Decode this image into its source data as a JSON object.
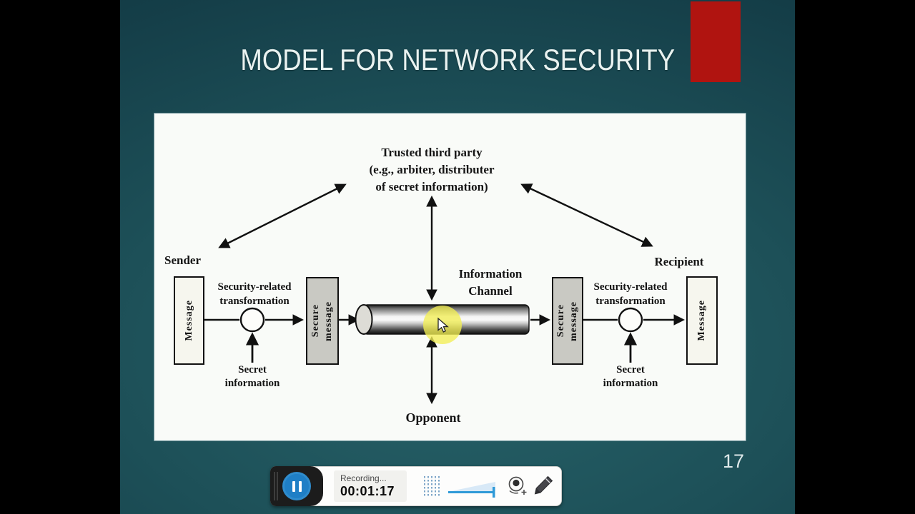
{
  "slide": {
    "title": "MODEL FOR NETWORK SECURITY",
    "page_number": "17"
  },
  "diagram": {
    "trusted_third_party_line1": "Trusted third party",
    "trusted_third_party_line2": "(e.g., arbiter, distributer",
    "trusted_third_party_line3": "of secret information)",
    "sender": "Sender",
    "recipient": "Recipient",
    "message": "Message",
    "secure_line1": "Secure",
    "secure_line2": "message",
    "transform_line1": "Security-related",
    "transform_line2": "transformation",
    "secret_line1": "Secret",
    "secret_line2": "information",
    "channel_line1": "Information",
    "channel_line2": "Channel",
    "opponent": "Opponent"
  },
  "recorder": {
    "status": "Recording...",
    "time": "00:01:17"
  },
  "colors": {
    "accent_red": "#b01410",
    "background_teal": "#1d5058",
    "record_blue": "#1f7fc6",
    "slider_blue": "#2f9ad8",
    "highlight_yellow": "#f2ee55"
  },
  "icons": {
    "pause": "pause-icon",
    "mic_level": "mic-level-icon",
    "volume_slider": "volume-slider-icon",
    "webcam": "webcam-icon",
    "pen": "pen-icon",
    "cursor": "mouse-cursor-icon"
  }
}
